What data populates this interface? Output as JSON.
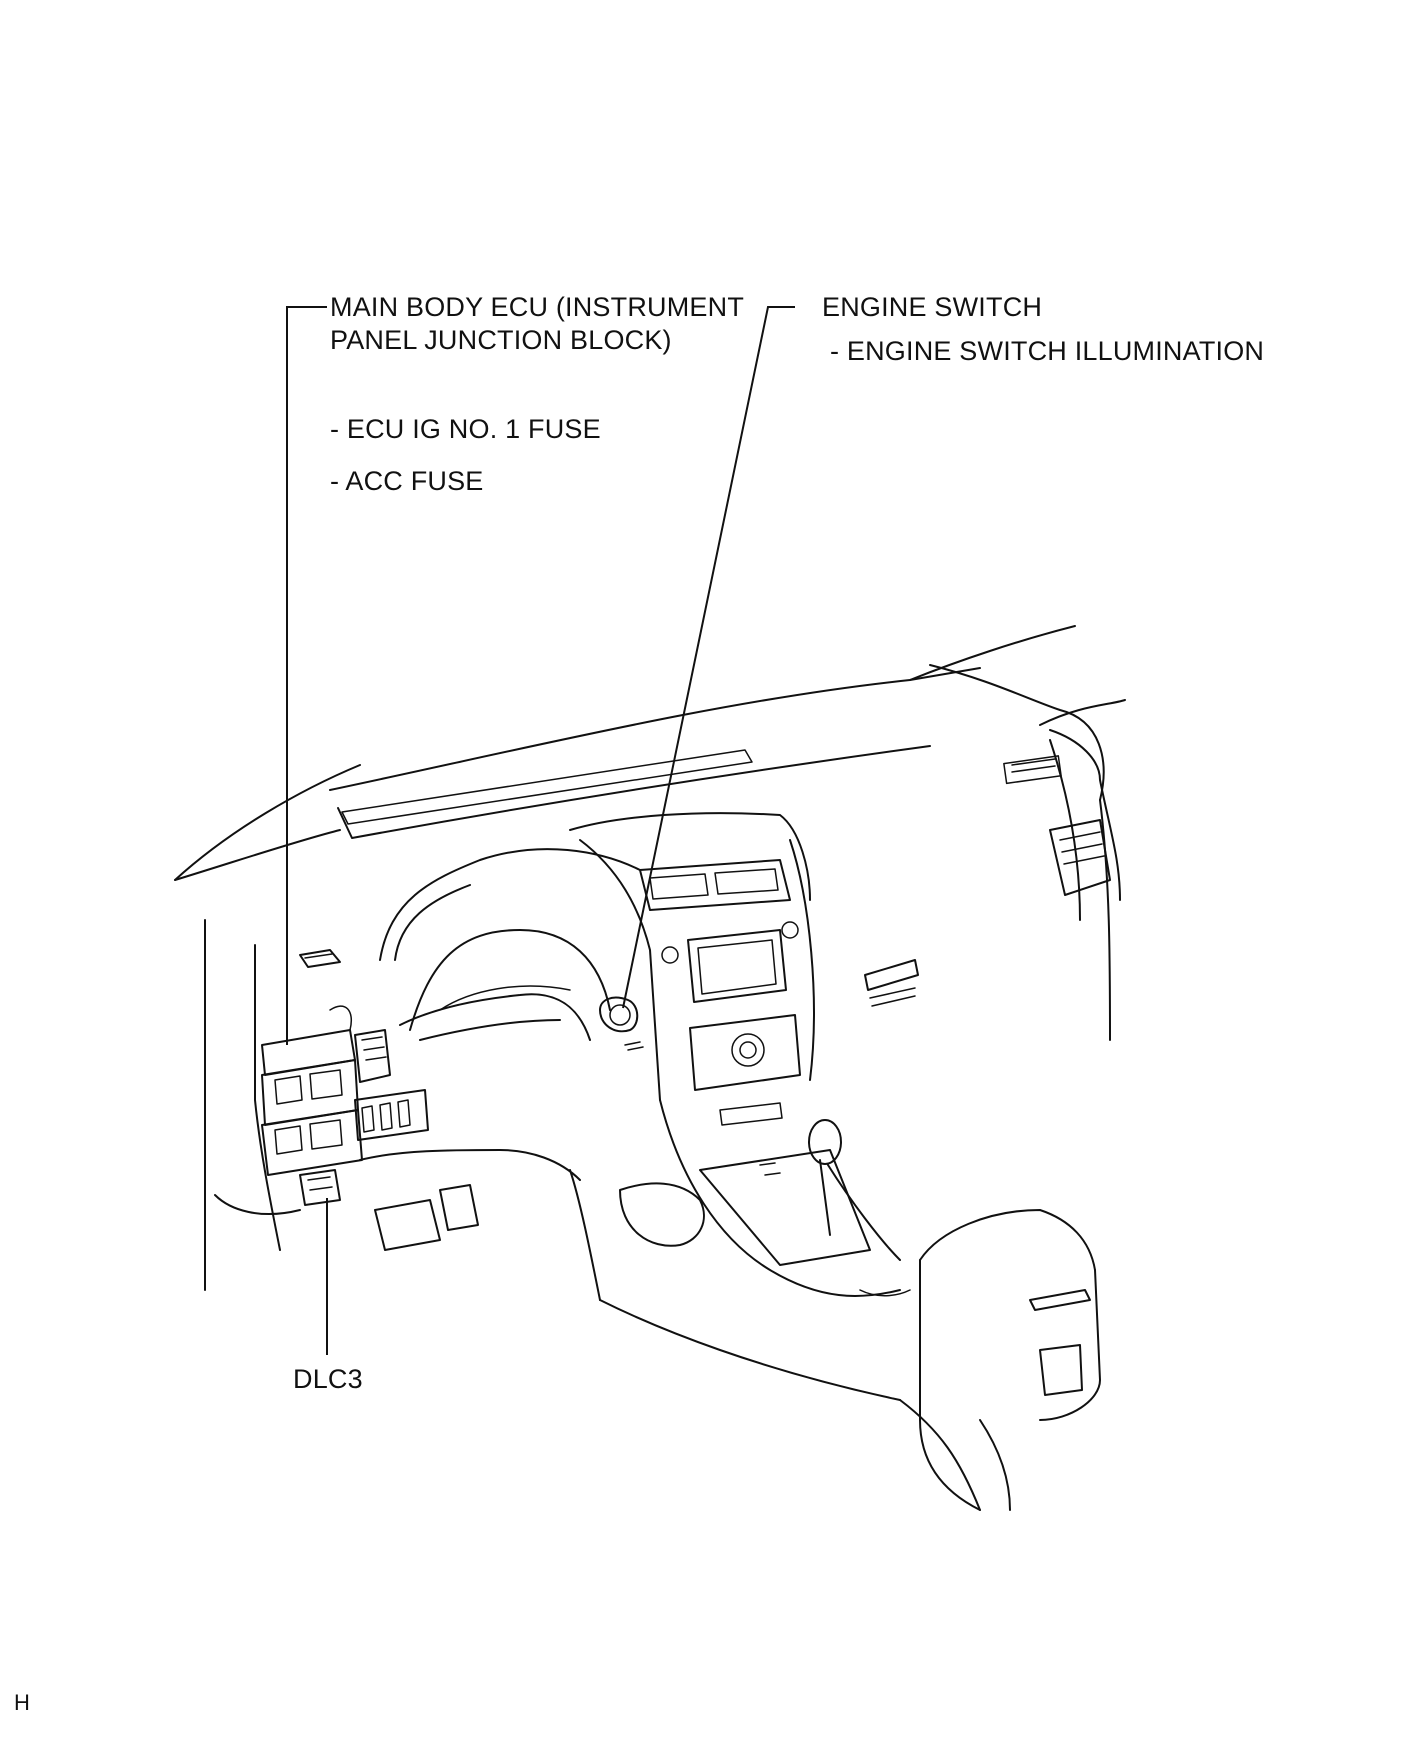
{
  "callouts": {
    "main_body_ecu": {
      "line1": "MAIN BODY ECU (INSTRUMENT",
      "line2": "PANEL JUNCTION BLOCK)",
      "items": [
        "- ECU IG NO. 1 FUSE",
        "- ACC FUSE"
      ]
    },
    "engine_switch": {
      "title": "ENGINE SWITCH",
      "items": [
        "- ENGINE SWITCH ILLUMINATION"
      ]
    },
    "dlc3": {
      "title": "DLC3"
    }
  },
  "footer": {
    "code": "H"
  }
}
